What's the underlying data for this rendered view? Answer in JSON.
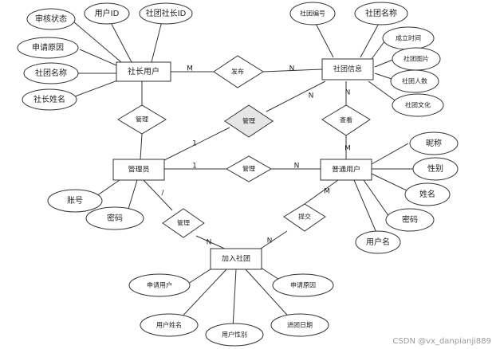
{
  "entities": {
    "president_user": "社长用户",
    "club_info": "社团信息",
    "admin": "管理员",
    "normal_user": "普通用户",
    "join_club": "加入社团"
  },
  "relationships": {
    "publish": "发布",
    "manage_left": "管理",
    "manage_center": "管理",
    "manage_mid": "管理",
    "view": "查看",
    "manage_bottom": "管理",
    "submit": "提交"
  },
  "attributes": {
    "review_status": "审核状态",
    "user_id": "用户ID",
    "president_id": "社团社长ID",
    "apply_reason": "申请原因",
    "club_name_left": "社团名称",
    "president_name": "社长姓名",
    "club_no": "社团编号",
    "club_name_right": "社团名称",
    "founded_time": "成立时间",
    "club_image": "社团图片",
    "club_members": "社团人数",
    "club_culture": "社团文化",
    "nickname": "昵称",
    "gender": "性别",
    "name": "姓名",
    "password_right": "密码",
    "username": "用户名",
    "account": "账号",
    "password_left": "密码",
    "apply_user": "申请用户",
    "apply_reason_bottom": "申请原因",
    "user_name": "用户姓名",
    "user_gender": "用户性别",
    "join_date": "进团日期"
  },
  "cardinalities": {
    "publish_left": "M",
    "publish_right": "N",
    "admin_club_admin": "1",
    "admin_club_club": "N",
    "view_club": "N",
    "view_user": "M",
    "admin_user_admin": "1",
    "admin_user_user": "N",
    "admin_join_admin": "/",
    "admin_join_join": "N",
    "submit_join": "N",
    "submit_user": "M"
  },
  "watermark": "CSDN @vx_danpianji889"
}
